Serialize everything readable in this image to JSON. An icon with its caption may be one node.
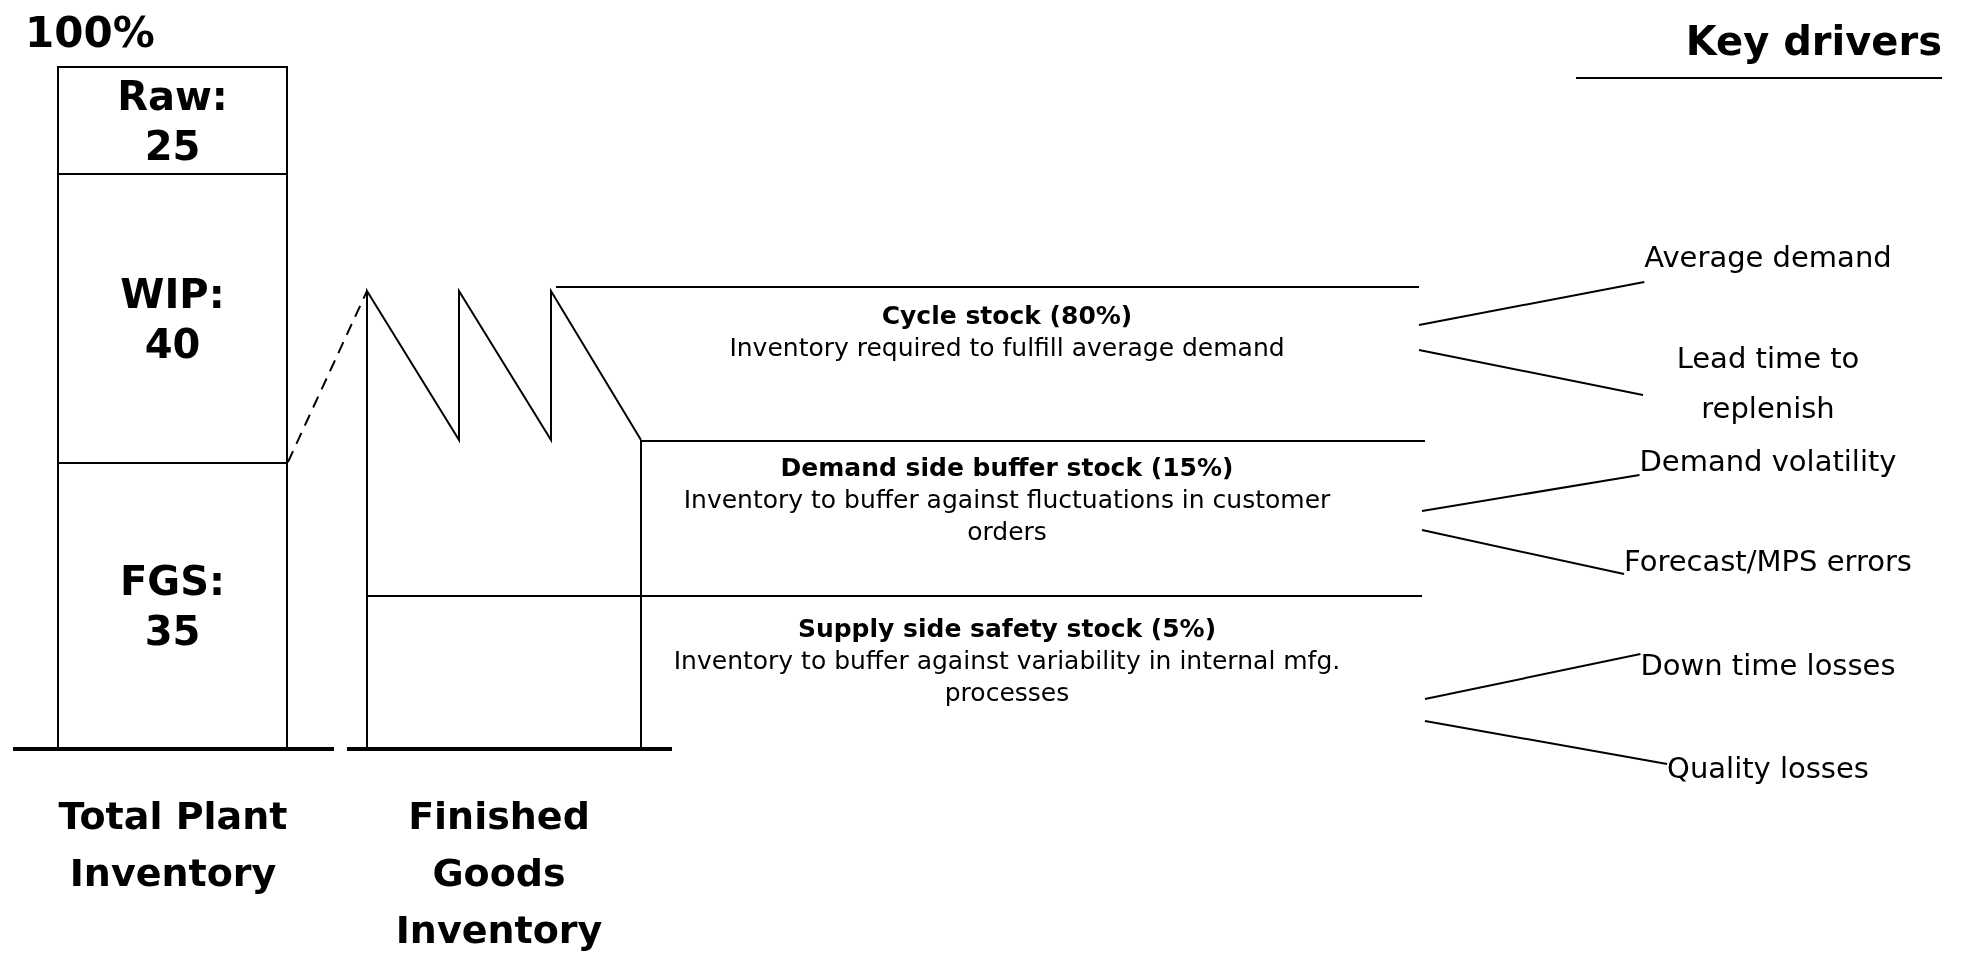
{
  "diagram": {
    "nodes": [
      {
        "text": [
          "Raw: 25"
        ]
      },
      {
        "text": [
          "WIP: 40"
        ]
      },
      {
        "text": [
          "FGS: 35"
        ]
      },
      {
        "text": [
          "Cycle stock (80%)",
          "Inventory required to fulfill average demand"
        ]
      },
      {
        "text": [
          "Demand side buffer stock (15%)",
          "Inventory to buffer against fluctuations in customer orders"
        ]
      },
      {
        "text": [
          "Supply side safety stock (5%)",
          "Inventory to buffer against variability in internal mfg. processes"
        ]
      },
      {
        "text": [
          "Average demand"
        ]
      },
      {
        "text": [
          "Lead time to replenish"
        ]
      },
      {
        "text": [
          "Demand volatility"
        ]
      },
      {
        "text": [
          "Forecast/MPS errors"
        ]
      },
      {
        "text": [
          "Down time losses"
        ]
      },
      {
        "text": [
          "Quality losses"
        ]
      }
    ],
    "edges": [
      {
        "from": 2,
        "to": 3,
        "arrow": "none",
        "style": "dashed"
      },
      {
        "from": 3,
        "to": 6,
        "arrow": "none"
      },
      {
        "from": 3,
        "to": 7,
        "arrow": "none"
      },
      {
        "from": 4,
        "to": 8,
        "arrow": "none"
      },
      {
        "from": 4,
        "to": 9,
        "arrow": "none"
      },
      {
        "from": 5,
        "to": 10,
        "arrow": "none"
      },
      {
        "from": 5,
        "to": 11,
        "arrow": "none"
      }
    ],
    "labels": [
      "100%",
      "Key drivers",
      "Total Plant Inventory",
      "Finished Goods Inventory"
    ]
  }
}
